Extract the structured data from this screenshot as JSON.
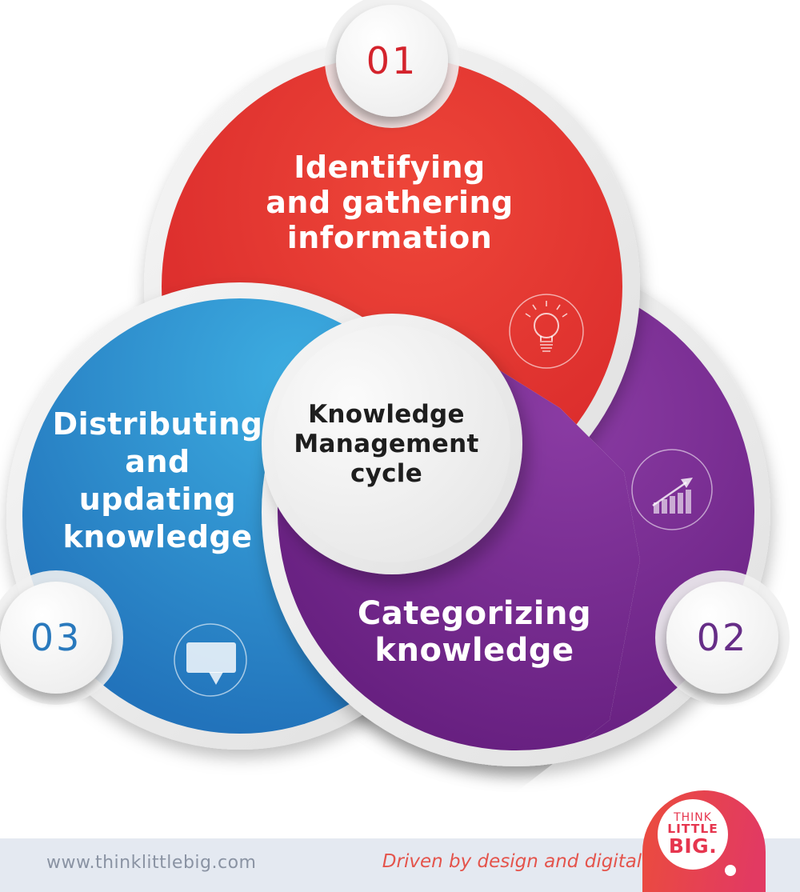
{
  "title": {
    "lines": [
      "Knowledge",
      "Management",
      "cycle"
    ],
    "color": "#1e1e1e"
  },
  "segments": [
    {
      "number": "01",
      "title_lines": [
        "Identifying",
        "and gathering",
        "information"
      ],
      "color": "#e23c32",
      "number_color": "#d4232c",
      "icon": "lightbulb-icon"
    },
    {
      "number": "02",
      "title_lines": [
        "Categorizing",
        "knowledge"
      ],
      "color": "#7b3391",
      "number_color": "#662d87",
      "icon": "bar-chart-icon"
    },
    {
      "number": "03",
      "title_lines": [
        "Distributing",
        "and",
        "updating",
        "knowledge"
      ],
      "color": "#2e86c9",
      "number_color": "#2979bd",
      "icon": "speech-bubble-icon"
    }
  ],
  "ring_color": "#ececec",
  "footer": {
    "website": "www.thinklittlebig.com",
    "website_color": "#8a93a3",
    "tagline": "Driven by design and digital",
    "tagline_color": "#e4544c",
    "background": "#e4e9f1"
  },
  "logo": {
    "lines": [
      "THINK",
      "LITTLE",
      "BIG."
    ],
    "text_color": "#e6354e",
    "background_colors": [
      "#ea4a41",
      "#e23a62"
    ]
  }
}
